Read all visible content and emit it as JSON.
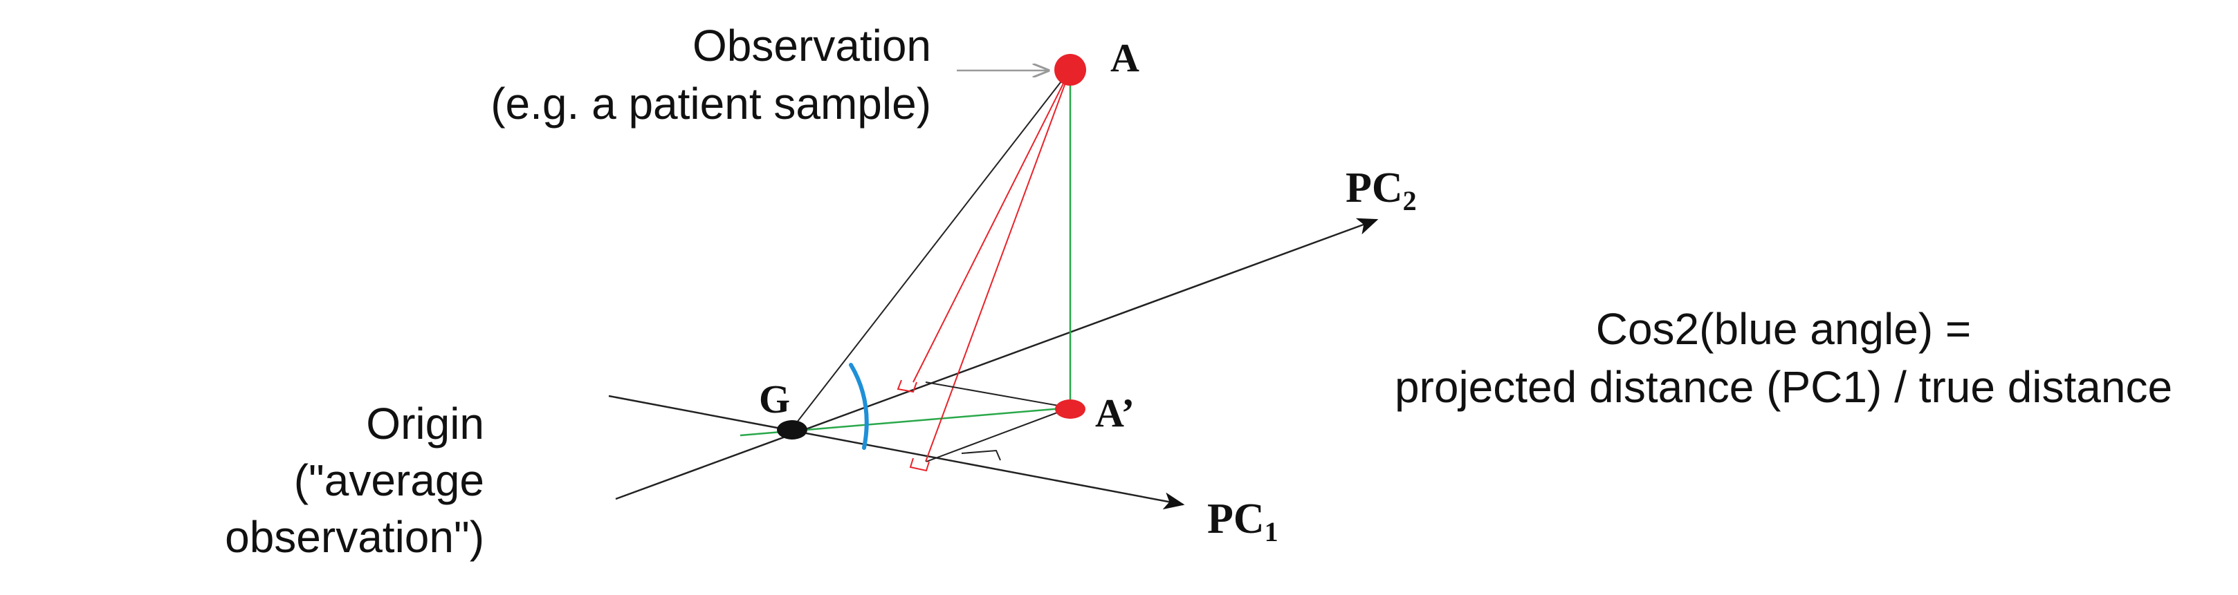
{
  "labels": {
    "observation_line1": "Observation",
    "observation_line2": "(e.g. a patient sample)",
    "origin_line1": "Origin",
    "origin_line2": "(\"average",
    "origin_line3": "observation\")",
    "point_a": "A",
    "point_a_prime": "A’",
    "point_g": "G",
    "pc1_main": "PC",
    "pc1_sub": "1",
    "pc2_main": "PC",
    "pc2_sub": "2",
    "formula_line1": "Cos2(blue angle) =",
    "formula_line2": "projected distance (PC1) / true distance"
  },
  "colors": {
    "axis": "#222222",
    "projection_red": "#e8232a",
    "vertical_green": "#2aa84a",
    "angle_blue": "#1e90d8",
    "point_red": "#e8232a",
    "point_black": "#111111",
    "pointer_arrow": "#999999"
  }
}
